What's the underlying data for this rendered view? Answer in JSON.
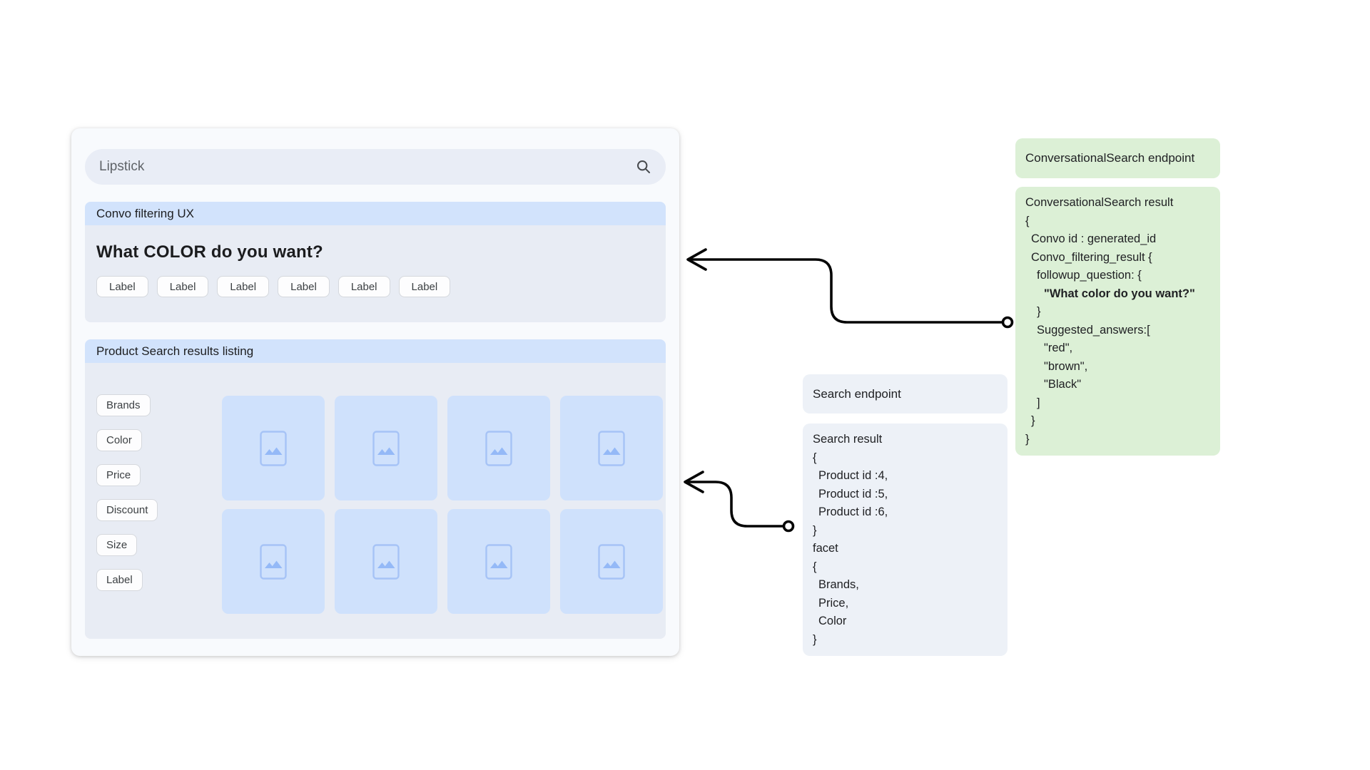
{
  "mockup": {
    "search": {
      "query": "Lipstick",
      "icon": "search-icon"
    },
    "convo": {
      "banner": "Convo filtering UX",
      "question": "What COLOR do you want?",
      "labels": [
        "Label",
        "Label",
        "Label",
        "Label",
        "Label",
        "Label"
      ]
    },
    "products": {
      "banner": "Product Search results listing",
      "facets": [
        "Brands",
        "Color",
        "Price",
        "Discount",
        "Size",
        "Label"
      ],
      "card_count": 8,
      "placeholder_icon": "image-placeholder-icon"
    }
  },
  "callouts": {
    "convo_endpoint": {
      "title": "ConversationalSearch endpoint"
    },
    "convo_result": {
      "title": "ConversationalSearch result",
      "lines": [
        {
          "t": "{",
          "i": 0
        },
        {
          "t": "Convo id : generated_id",
          "i": 1
        },
        {
          "t": "Convo_filtering_result {",
          "i": 1
        },
        {
          "t": "followup_question: {",
          "i": 2
        },
        {
          "t": "\"What color do you want?\"",
          "i": 3,
          "b": true
        },
        {
          "t": "}",
          "i": 2
        },
        {
          "t": "Suggested_answers:[",
          "i": 2
        },
        {
          "t": "\"red\",",
          "i": 3
        },
        {
          "t": "\"brown\",",
          "i": 3
        },
        {
          "t": "\"Black\"",
          "i": 3
        },
        {
          "t": "]",
          "i": 2
        },
        {
          "t": "}",
          "i": 1
        },
        {
          "t": "}",
          "i": 0
        }
      ]
    },
    "search_endpoint": {
      "title": "Search endpoint"
    },
    "search_result": {
      "title": "Search result",
      "lines": [
        {
          "t": "{",
          "i": 0
        },
        {
          "t": "Product id :4,",
          "i": 1
        },
        {
          "t": "Product id :5,",
          "i": 1
        },
        {
          "t": "Product id :6,",
          "i": 1
        },
        {
          "t": "}",
          "i": 0
        },
        {
          "t": "facet",
          "i": 0
        },
        {
          "t": "{",
          "i": 0
        },
        {
          "t": "Brands,",
          "i": 1
        },
        {
          "t": "Price,",
          "i": 1
        },
        {
          "t": "Color",
          "i": 1
        },
        {
          "t": "}",
          "i": 0
        }
      ]
    }
  },
  "colors": {
    "banner_blue": "#d2e3fc",
    "section_bg": "#e8ecf4",
    "product_card_blue": "#cfe1fc",
    "callout_green": "#dcf0d6",
    "callout_gray": "#edf1f7",
    "search_pill": "#e9edf6",
    "arrow": "#050505"
  }
}
